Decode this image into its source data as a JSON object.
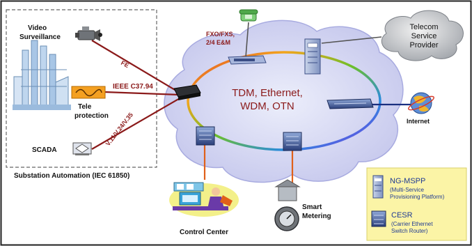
{
  "substation": {
    "title": "Substation Automation (IEC 61850)",
    "video_l1": "Video",
    "video_l2": "Surveillance",
    "tele_l1": "Tele",
    "tele_l2": "protection",
    "scada": "SCADA"
  },
  "links": {
    "fe": "FE",
    "ieee": "IEEE C37.94",
    "serial": "V.11/V.24/V.35",
    "fxo_l1": "FXO/FXS,",
    "fxo_l2": "2/4 E&M"
  },
  "cloud": {
    "line1": "TDM, Ethernet,",
    "line2": "WDM, OTN"
  },
  "telecom": {
    "l1": "Telecom",
    "l2": "Service",
    "l3": "Provider"
  },
  "internet": "Internet",
  "control_center": "Control Center",
  "metering": {
    "l1": "Smart",
    "l2": "Metering"
  },
  "legend": {
    "mspp_title": "NG-MSPP",
    "mspp_l1": "(Multi-Service",
    "mspp_l2": "Provisioning Platform)",
    "cesr_title": "CESR",
    "cesr_l1": "(Carrier Ethernet",
    "cesr_l2": "Switch Router)"
  },
  "colors": {
    "link_red": "#8b1a1a",
    "link_orange": "#e0601a",
    "link_blue": "#1a2f80",
    "cloud_fill": "#d2d3f1",
    "legend_fill": "#fbf4a6",
    "legend_text": "#1f3a93"
  }
}
